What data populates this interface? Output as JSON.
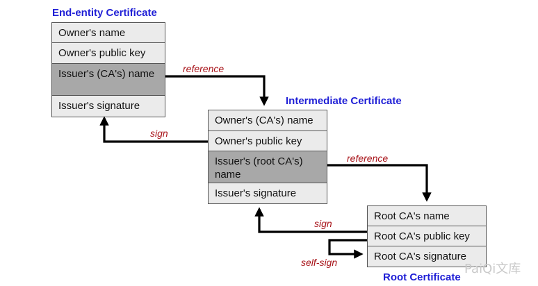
{
  "end_entity": {
    "title": "End-entity Certificate",
    "fields": [
      "Owner's name",
      "Owner's public key",
      "Issuer's (CA's) name",
      "Issuer's signature"
    ]
  },
  "intermediate": {
    "title": "Intermediate Certificate",
    "fields": [
      "Owner's (CA's) name",
      "Owner's public key",
      "Issuer's (root CA's) name",
      "Issuer's signature"
    ]
  },
  "root": {
    "title": "Root Certificate",
    "fields": [
      "Root CA's name",
      "Root CA's public key",
      "Root CA's signature"
    ]
  },
  "arrows": {
    "reference_1": "reference",
    "sign_1": "sign",
    "reference_2": "reference",
    "sign_2": "sign",
    "self_sign": "self-sign"
  },
  "watermark": "PaiQi文库",
  "colors": {
    "title": "#1f1fd6",
    "arrow_label": "#a8141a",
    "issuer_field": "#a8a8a8",
    "field": "#ebebeb"
  }
}
